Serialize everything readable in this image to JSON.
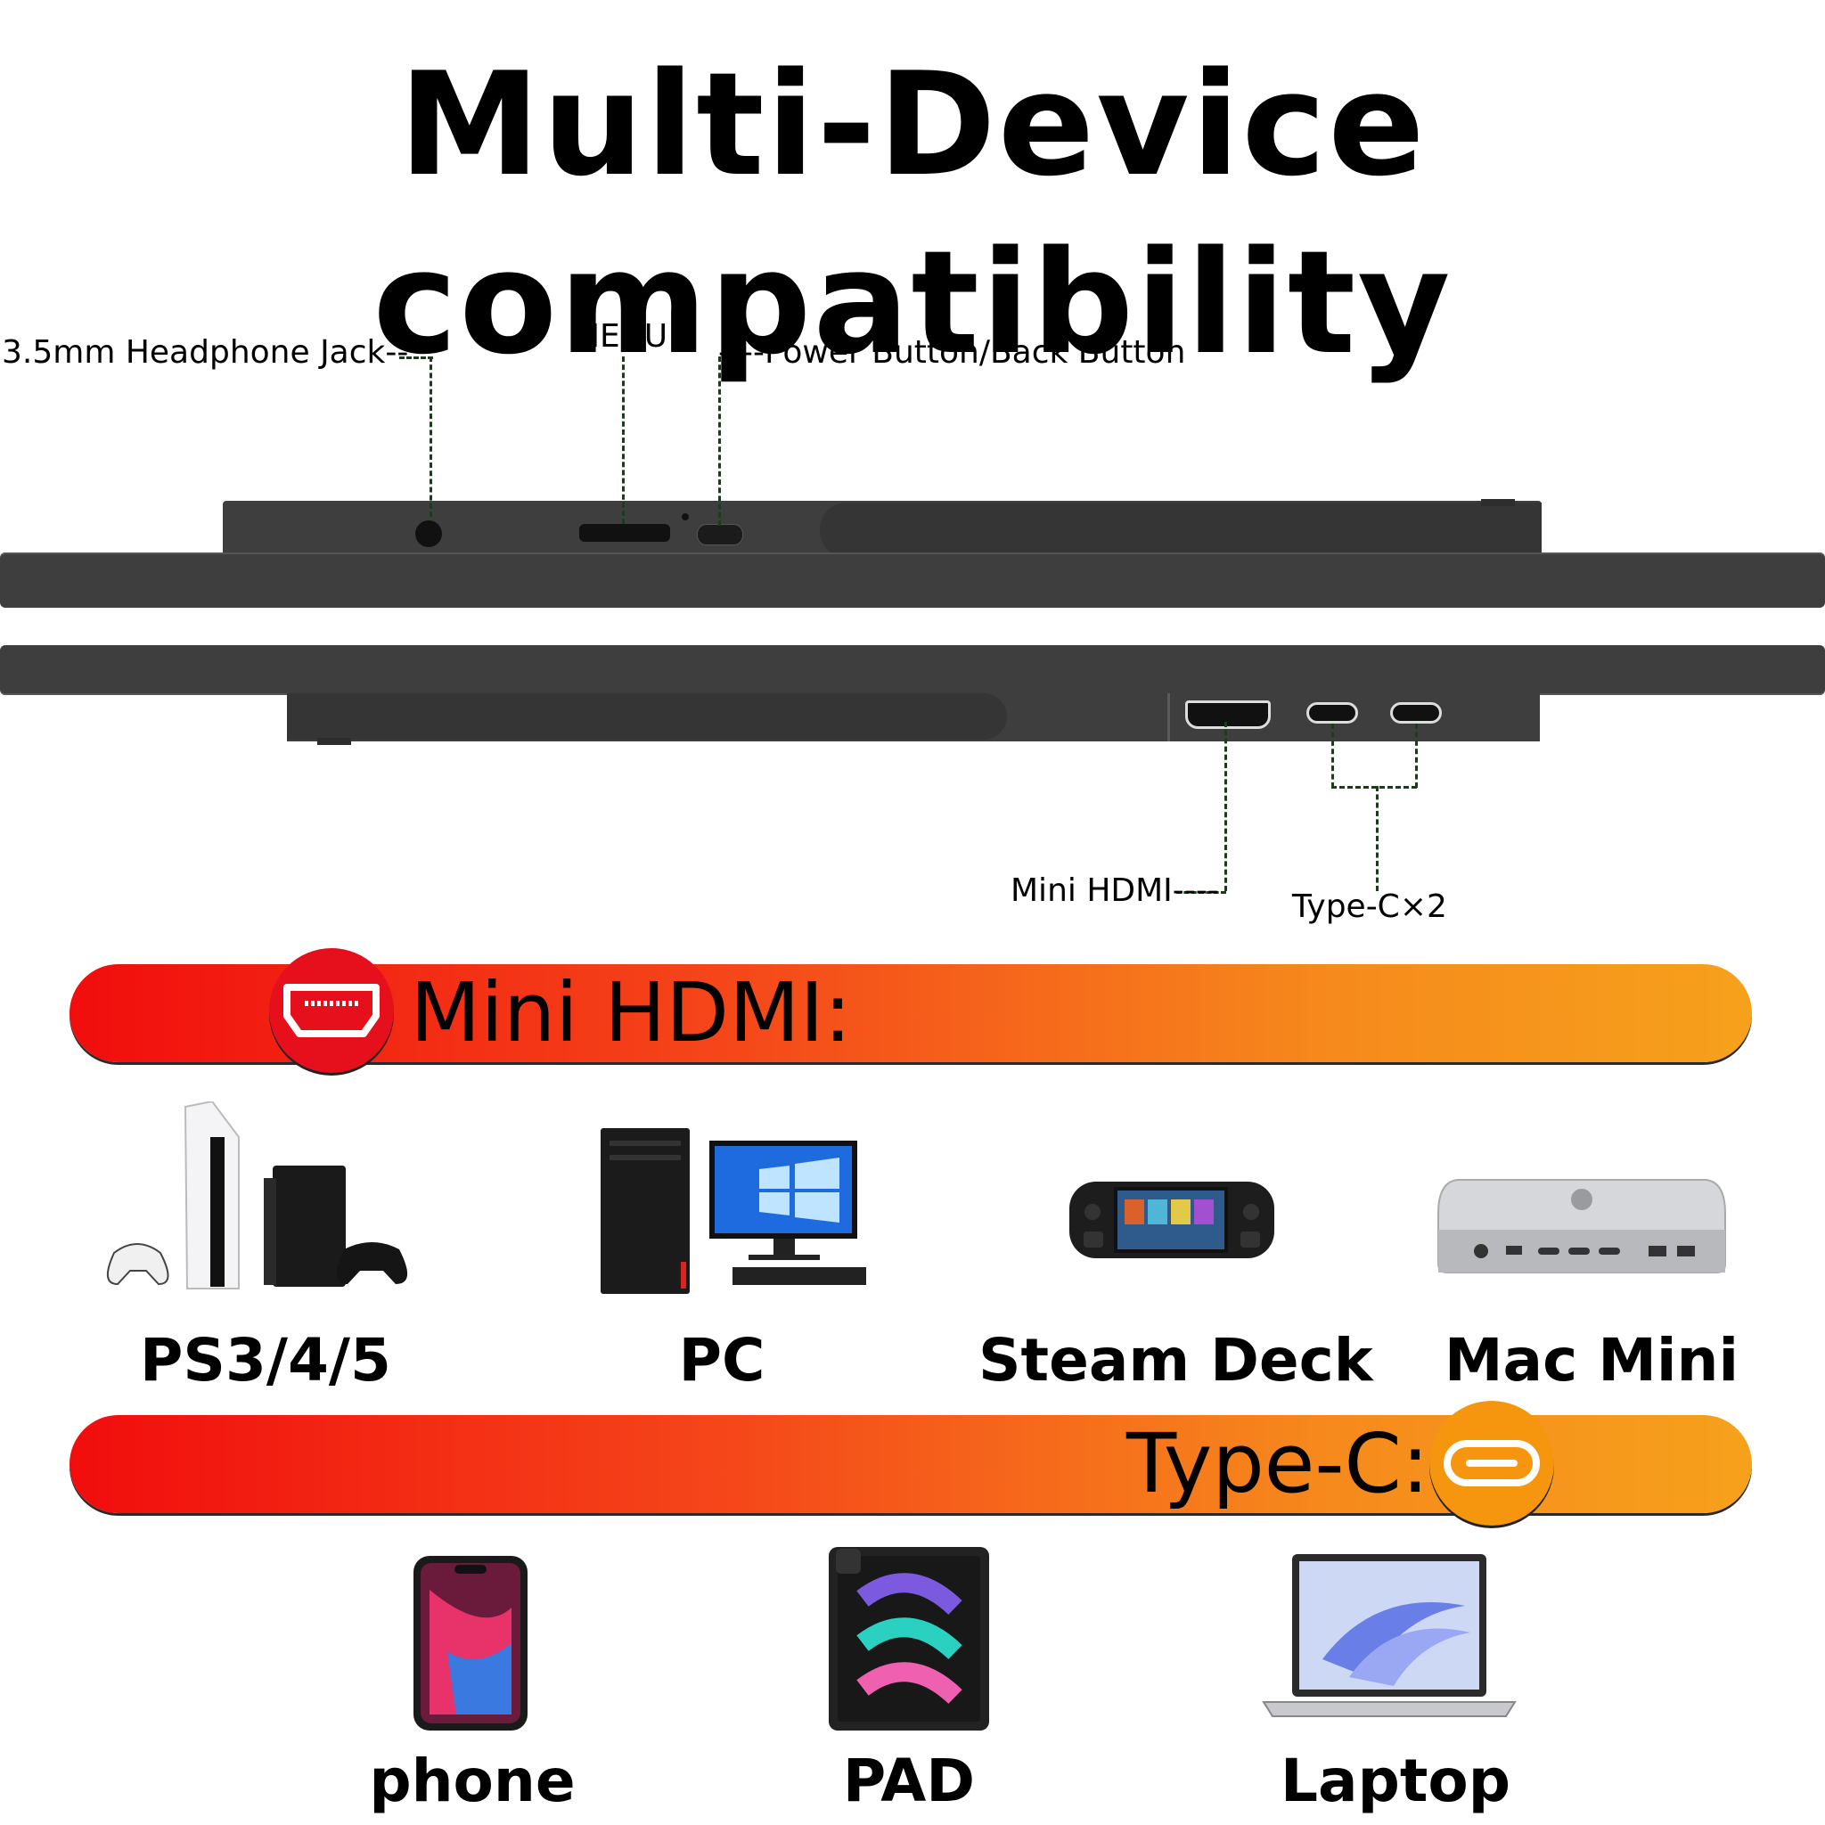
{
  "title": "Multi-Device compatibility",
  "callouts": {
    "headphone": "3.5mm Headphone Jack--",
    "menu": "MENU",
    "power": "----Power Button/Back Button",
    "mini_hdmi": "Mini HDMI----",
    "type_c": "Type-C×2"
  },
  "bands": {
    "hdmi": {
      "label": "Mini HDMI:",
      "icon": "hdmi-port-icon"
    },
    "typec": {
      "label": "Type-C:",
      "icon": "type-c-port-icon"
    }
  },
  "hdmi_devices": [
    {
      "label": "PS3/4/5",
      "icon": "game-console-icon"
    },
    {
      "label": "PC",
      "icon": "desktop-pc-icon"
    },
    {
      "label": "Steam Deck",
      "icon": "handheld-console-icon"
    },
    {
      "label": "Mac Mini",
      "icon": "mac-mini-icon"
    }
  ],
  "typec_devices": [
    {
      "label": "phone",
      "icon": "smartphone-icon"
    },
    {
      "label": "PAD",
      "icon": "tablet-icon"
    },
    {
      "label": "Laptop",
      "icon": "laptop-icon"
    }
  ],
  "colors": {
    "band_start": "#f10d0d",
    "band_end": "#f6a11c",
    "device_body": "#3e3e3e",
    "callout_line": "#1f3a1f"
  }
}
